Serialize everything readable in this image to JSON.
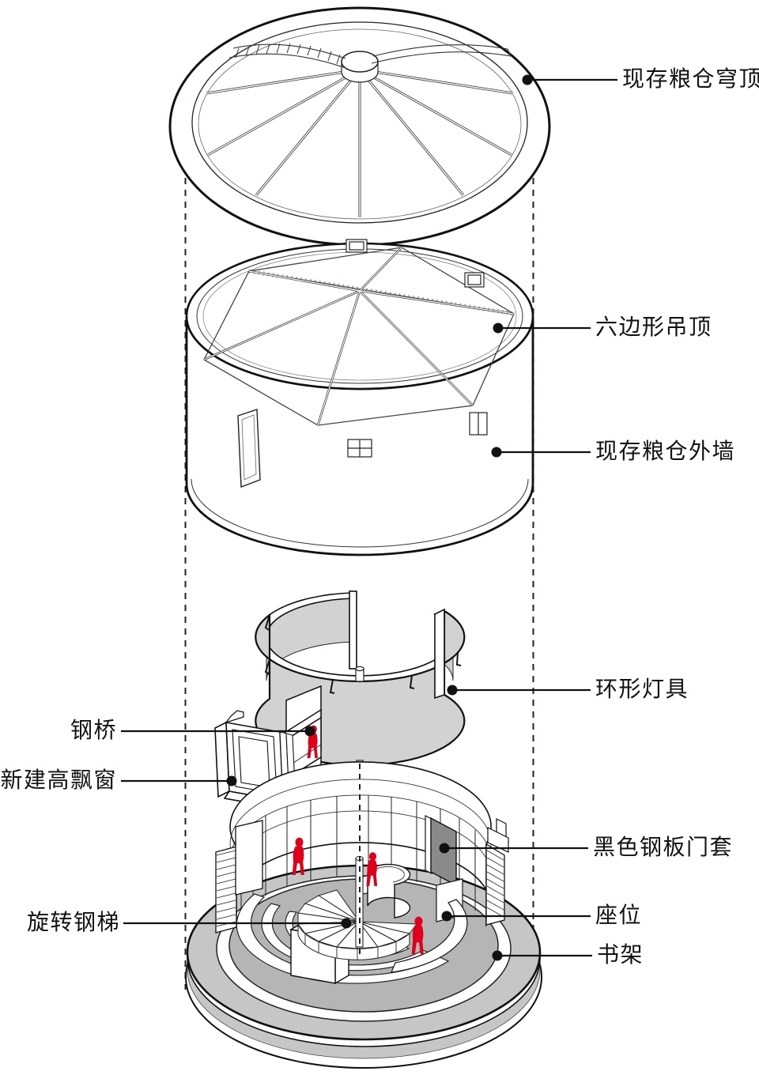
{
  "labels": {
    "dome": "现存粮仓穹顶",
    "hex_ceiling": "六边形吊顶",
    "outer_wall": "现存粮仓外墙",
    "ring_lamp": "环形灯具",
    "steel_bridge": "钢桥",
    "bay_window": "新建高飘窗",
    "door_frame": "黑色钢板门套",
    "spiral_stair": "旋转钢梯",
    "seat": "座位",
    "bookshelf": "书架"
  },
  "colors": {
    "line": "#111111",
    "accent_red": "#e0001a",
    "shade_light": "#d2d2d2",
    "shade_mid": "#c6c6c6",
    "shade_floor": "#b5b5b5",
    "shade_dark": "#8a8a8a",
    "background": "#ffffff"
  }
}
